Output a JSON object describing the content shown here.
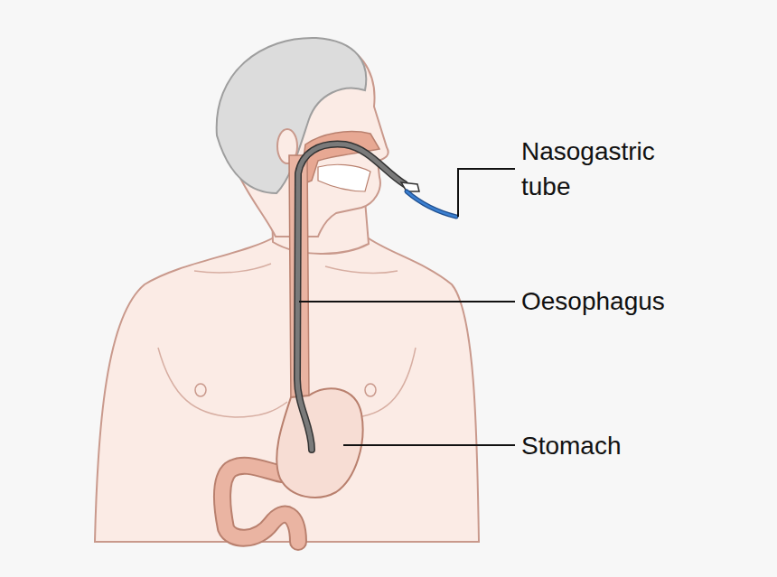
{
  "diagram": {
    "labels": [
      "Nasogastric tube",
      "Oesophagus",
      "Stomach"
    ]
  }
}
